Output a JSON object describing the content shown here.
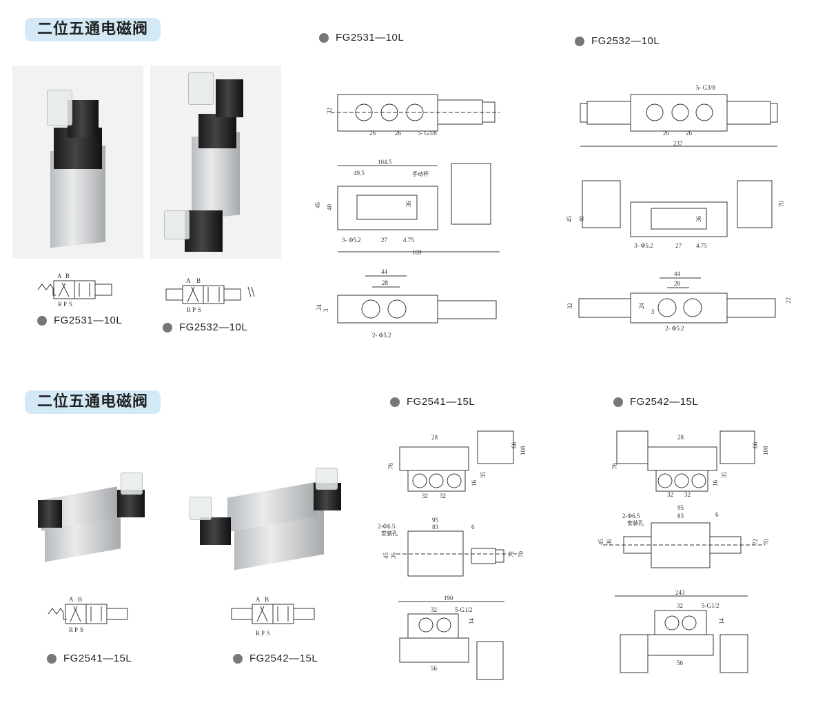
{
  "sections": [
    {
      "title": "二位五通电磁阀",
      "products": [
        {
          "name": "FG2531—10L"
        },
        {
          "name": "FG2532—10L"
        }
      ],
      "drawing_headers": [
        {
          "name": "FG2531—10L"
        },
        {
          "name": "FG2532—10L"
        }
      ],
      "d1": {
        "top": [
          "32",
          "26",
          "26",
          "5- G3/8"
        ],
        "side": [
          "104.5",
          "49.5",
          "手动杆",
          "45",
          "40",
          "36",
          "3- Φ5.2",
          "27",
          "4.75",
          "169"
        ],
        "bottom": [
          "44",
          "28",
          "24",
          "3",
          "2- Φ5.2"
        ]
      },
      "d2": {
        "top": [
          "5- G3/8",
          "26",
          "26",
          "237"
        ],
        "side": [
          "45",
          "40",
          "36",
          "70",
          "3- Φ5.2",
          "27",
          "4.75"
        ],
        "bottom": [
          "44",
          "28",
          "32",
          "24",
          "3",
          "22",
          "2- Φ5.2"
        ]
      }
    },
    {
      "title": "二位五通电磁阀",
      "products": [
        {
          "name": "FG2541—15L"
        },
        {
          "name": "FG2542—15L"
        }
      ],
      "drawing_headers": [
        {
          "name": "FG2541—15L"
        },
        {
          "name": "FG2542—15L"
        }
      ],
      "d1": {
        "top": [
          "28",
          "76",
          "66",
          "108",
          "35",
          "16",
          "32",
          "32"
        ],
        "side": [
          "2-Φ6.5",
          "安装孔",
          "95",
          "83",
          "6",
          "45",
          "36",
          "72",
          "70"
        ],
        "bottom": [
          "190",
          "32",
          "5-G1/2",
          "14",
          "56"
        ]
      },
      "d2": {
        "top": [
          "28",
          "76",
          "66",
          "108",
          "35",
          "16",
          "32",
          "32"
        ],
        "side": [
          "2-Φ6.5",
          "安装孔",
          "95",
          "83",
          "6",
          "45",
          "36",
          "72",
          "70"
        ],
        "bottom": [
          "243",
          "32",
          "5-G1/2",
          "14",
          "56"
        ]
      }
    }
  ],
  "symbol": {
    "a": "A",
    "b": "B",
    "r": "R",
    "p": "P",
    "s": "S"
  },
  "colors": {
    "pill": "#d4e9f6",
    "dot": "#777777"
  }
}
